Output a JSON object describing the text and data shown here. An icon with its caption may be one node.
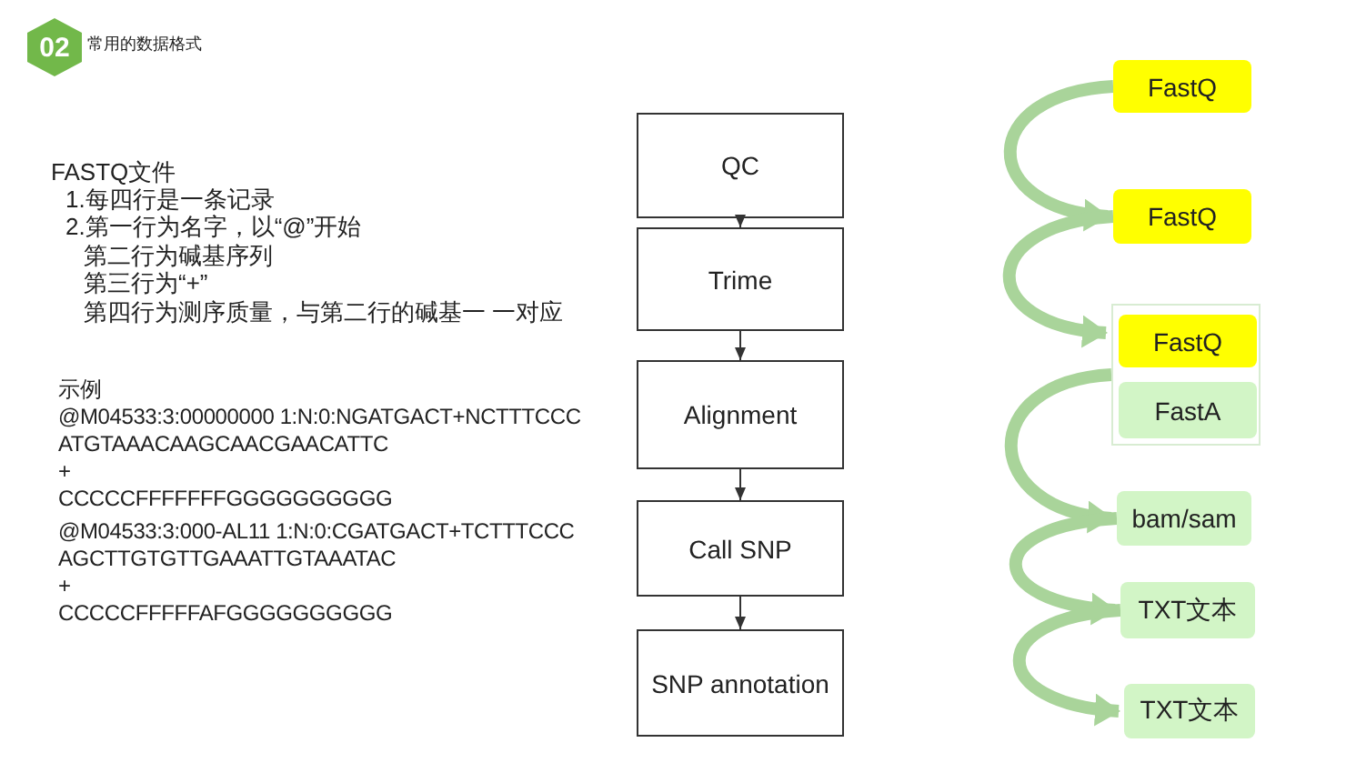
{
  "diagram": {
    "title": "常用的数据格式",
    "nodes": [
      {
        "text": [
          "02"
        ]
      },
      {
        "text": [
          "QC"
        ]
      },
      {
        "text": [
          "Trime"
        ]
      },
      {
        "text": [
          "Alignment"
        ]
      },
      {
        "text": [
          "Call SNP"
        ]
      },
      {
        "text": [
          "SNP annotation"
        ]
      },
      {
        "text": [
          "FastQ"
        ]
      },
      {
        "text": [
          "FastQ"
        ]
      },
      {
        "text": [],
        "shape": "box"
      },
      {
        "text": [
          "FastQ"
        ],
        "in": 8
      },
      {
        "text": [
          "FastA"
        ],
        "in": 8
      },
      {
        "text": [
          "bam/sam"
        ]
      },
      {
        "text": [
          "TXT文本"
        ]
      },
      {
        "text": [
          "TXT文本"
        ]
      }
    ],
    "edges": [
      {
        "from": 1,
        "to": 2,
        "arrow": "to",
        "color": "#333333"
      },
      {
        "from": 2,
        "to": 3,
        "arrow": "to",
        "color": "#333333"
      },
      {
        "from": 3,
        "to": 4,
        "arrow": "to",
        "color": "#333333"
      },
      {
        "from": 4,
        "to": 5,
        "arrow": "to",
        "color": "#333333"
      },
      {
        "from": 6,
        "to": 7,
        "arrow": "to"
      },
      {
        "from": 7,
        "to": 8,
        "arrow": "to"
      },
      {
        "from": 8,
        "to": 11,
        "arrow": "to"
      },
      {
        "from": 11,
        "to": 12,
        "arrow": "to"
      },
      {
        "from": 12,
        "to": 13,
        "arrow": "to"
      }
    ],
    "labels": [
      "FASTQ文件",
      "1.每四行是一条记录",
      "2.第一行为名字，以“@”开始",
      "第二行为碱基序列",
      "第三行为“+”",
      "第四行为测序质量，与第二行的碱基一 一对应",
      "示例",
      "@M04533:3:00000000 1:N:0:NGATGACT+NCTTTCCC",
      "ATGTAAACAAGCAACGAACATTC",
      "+",
      "CCCCCFFFFFFFGGGGGGGGGG",
      "@M04533:3:000-AL11 1:N:0:CGATGACT+TCTTTCCC",
      "AGCTTGTGTTGAAATTGTAAATAC",
      "+",
      "CCCCCFFFFFAFGGGGGGGGGG"
    ]
  }
}
